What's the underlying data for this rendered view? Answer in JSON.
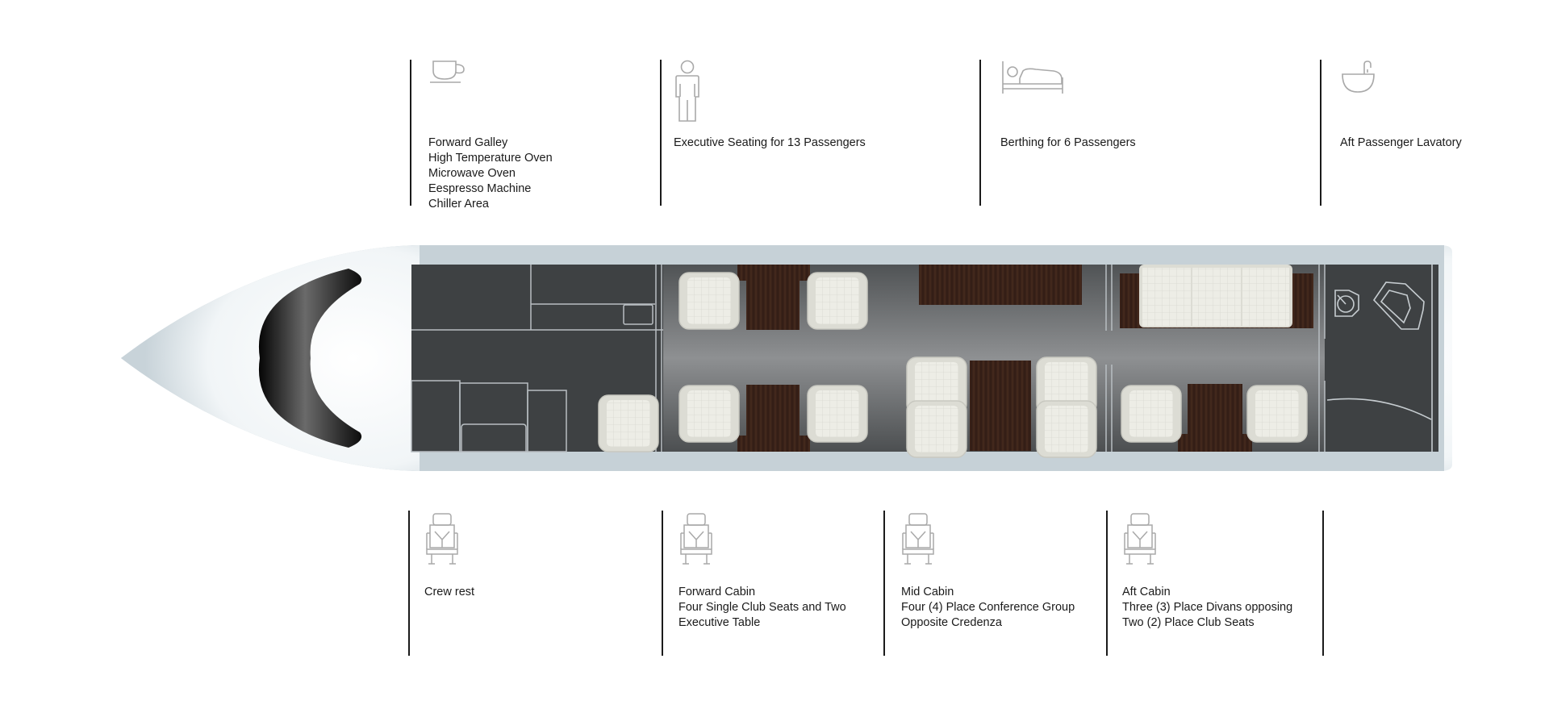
{
  "top_callouts": [
    {
      "id": "forward-galley",
      "icon": "coffee-cup-icon",
      "lines": [
        "Forward Galley",
        "High Temperature Oven",
        "Microwave Oven",
        "Eespresso Machine",
        "Chiller Area"
      ]
    },
    {
      "id": "executive-seating",
      "icon": "person-icon",
      "lines": [
        "Executive Seating for 13 Passengers"
      ]
    },
    {
      "id": "berthing",
      "icon": "bed-icon",
      "lines": [
        "Berthing for 6 Passengers"
      ]
    },
    {
      "id": "aft-lavatory",
      "icon": "washbasin-icon",
      "lines": [
        "Aft Passenger Lavatory"
      ]
    }
  ],
  "bottom_callouts": [
    {
      "id": "crew-rest",
      "icon": "seat-icon",
      "lines": [
        "Crew rest"
      ]
    },
    {
      "id": "forward-cabin",
      "icon": "seat-icon",
      "lines": [
        "Forward Cabin",
        "Four Single Club Seats and Two",
        "Executive Table"
      ]
    },
    {
      "id": "mid-cabin",
      "icon": "seat-icon",
      "lines": [
        "Mid Cabin",
        "Four (4) Place Conference Group",
        "Opposite Credenza"
      ]
    },
    {
      "id": "aft-cabin",
      "icon": "seat-icon",
      "lines": [
        "Aft Cabin",
        "Three (3) Place Divans opposing",
        "Two (2) Place Club Seats"
      ]
    }
  ],
  "colors": {
    "fuselage_outer": "#c9d4da",
    "cabin_floor": "#3d4042",
    "cabin_carpet": "#8b8d8f",
    "wood": "#3a2219",
    "seat": "#ebebe4",
    "windshield": "#141414",
    "callout_line": "#1b1b1b",
    "icon_stroke": "#a9a9a9"
  }
}
